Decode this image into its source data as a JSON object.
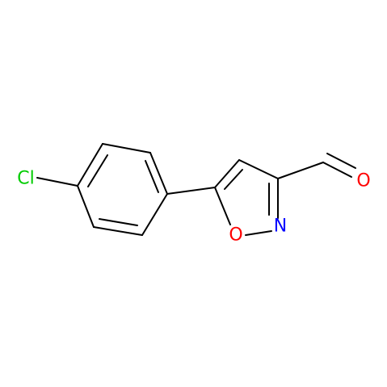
{
  "molecule": {
    "atoms": {
      "chlorine": {
        "symbol": "Cl",
        "color": "#00cc00"
      },
      "ring_oxygen": {
        "symbol": "O",
        "color": "#ff0000"
      },
      "ring_nitrogen": {
        "symbol": "N",
        "color": "#0000ff"
      },
      "aldehyde_oxygen": {
        "symbol": "O",
        "color": "#ff0000"
      }
    },
    "bond_color": "#000000"
  }
}
